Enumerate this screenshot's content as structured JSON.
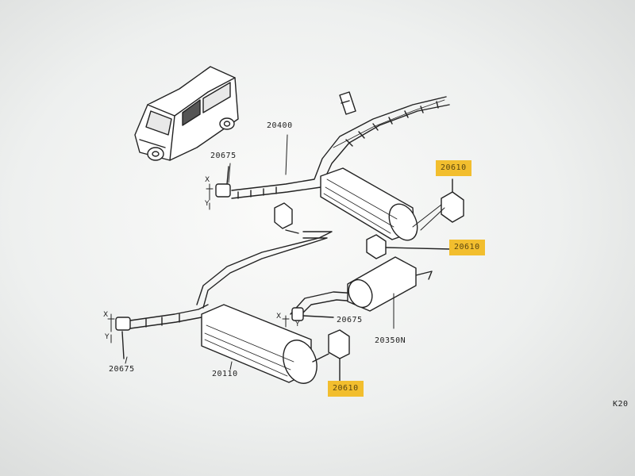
{
  "diagram": {
    "part_labels": {
      "p20400": "20400",
      "p20675_top": "20675",
      "p20610_a": "20610",
      "p20610_b": "20610",
      "p20675_mid": "20675",
      "p20350n": "20350N",
      "p20675_left": "20675",
      "p20110": "20110",
      "p20610_c": "20610",
      "page_ref": "K20"
    },
    "dimension_marks": {
      "x1": "X",
      "y1": "Y",
      "x2": "X",
      "y2": "Y",
      "x3": "X",
      "y3": "Y"
    },
    "highlight_color": "#f2be2e"
  }
}
